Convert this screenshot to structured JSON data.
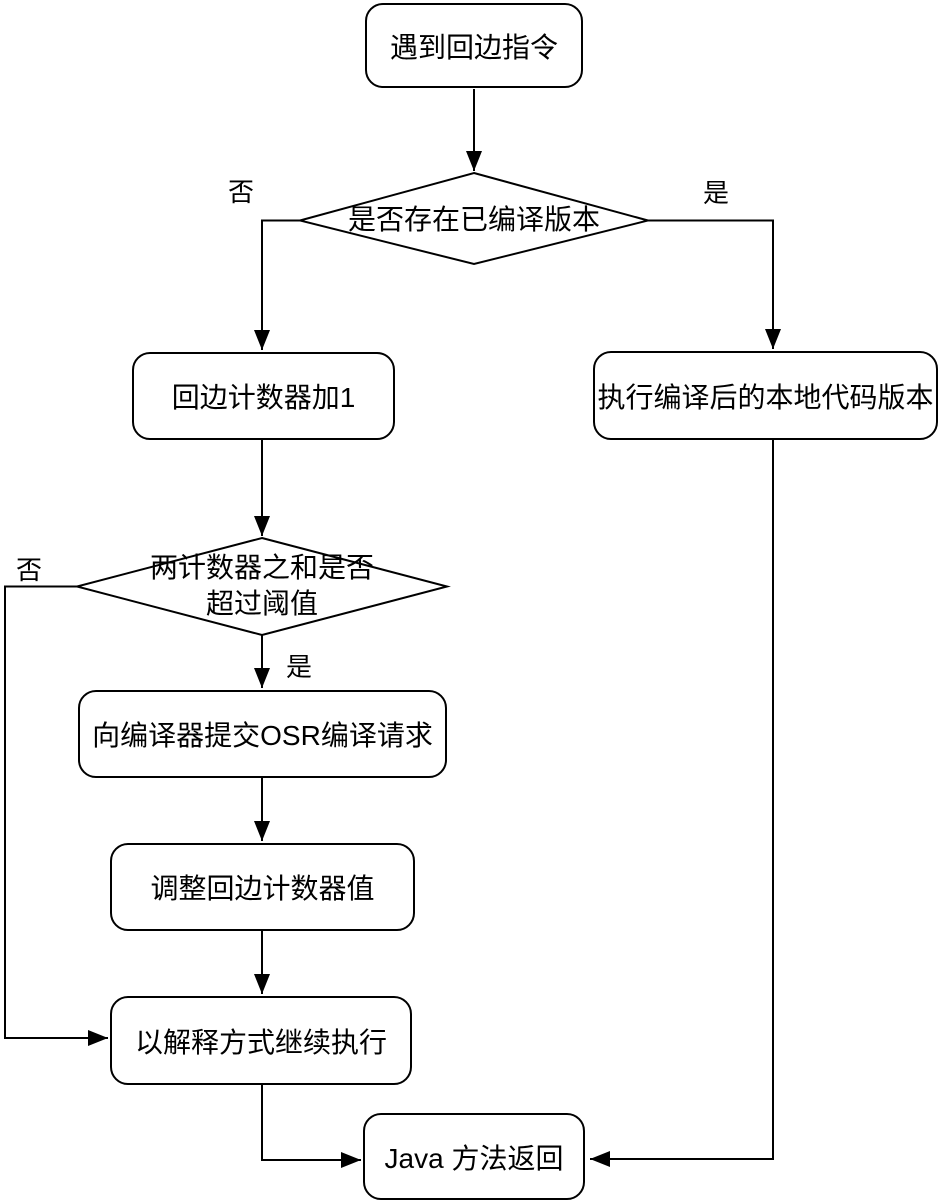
{
  "diagram": {
    "title": "OSR back-edge compilation flowchart",
    "background_color": "#ffffff",
    "stroke_color": "#000000",
    "nodes": {
      "start": {
        "label": "遇到回边指令",
        "shape": "rounded-rect"
      },
      "decision_compiled": {
        "label": "是否存在已编译版本",
        "shape": "diamond"
      },
      "inc_counter": {
        "label": "回边计数器加1",
        "shape": "rounded-rect"
      },
      "exec_native": {
        "label": "执行编译后的本地代码版本",
        "shape": "rounded-rect"
      },
      "decision_threshold": {
        "label": "两计数器之和是否超过阈值",
        "lines": [
          "两计数器之和是否",
          "超过阈值"
        ],
        "shape": "diamond"
      },
      "submit_osr": {
        "label": "向编译器提交OSR编译请求",
        "shape": "rounded-rect"
      },
      "adjust_counter": {
        "label": "调整回边计数器值",
        "shape": "rounded-rect"
      },
      "interpret": {
        "label": "以解释方式继续执行",
        "shape": "rounded-rect"
      },
      "java_return": {
        "label": "Java 方法返回",
        "shape": "rounded-rect"
      }
    },
    "edge_labels": {
      "compiled_no": "否",
      "compiled_yes": "是",
      "threshold_no": "否",
      "threshold_yes": "是"
    }
  }
}
